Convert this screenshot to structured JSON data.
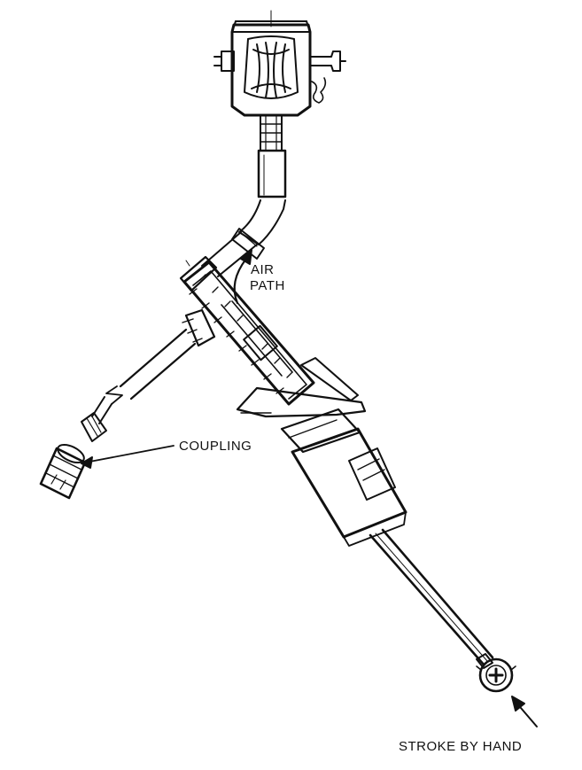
{
  "labels": {
    "air": "AIR",
    "path": "PATH",
    "coupling": "COUPLING",
    "stroke": "STROKE BY HAND"
  },
  "colors": {
    "ink": "#111111",
    "background": "#ffffff"
  }
}
